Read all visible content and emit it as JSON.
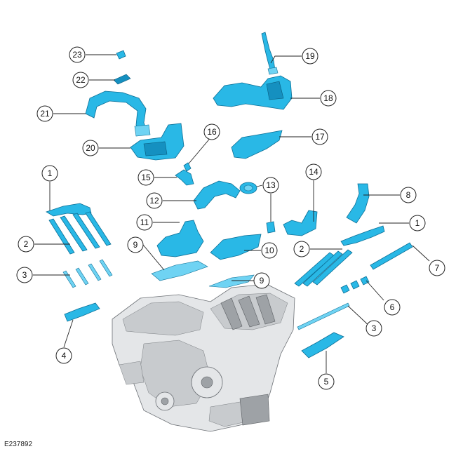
{
  "figure": {
    "id": "E237892",
    "colors": {
      "part": "#29b8e6",
      "engine": "#e4e6e8",
      "outline": "#222222"
    }
  },
  "callouts": [
    {
      "label": "23"
    },
    {
      "label": "22"
    },
    {
      "label": "21"
    },
    {
      "label": "20"
    },
    {
      "label": "19"
    },
    {
      "label": "18"
    },
    {
      "label": "17"
    },
    {
      "label": "16"
    },
    {
      "label": "15"
    },
    {
      "label": "14"
    },
    {
      "label": "13"
    },
    {
      "label": "12"
    },
    {
      "label": "11"
    },
    {
      "label": "10"
    },
    {
      "label": "9"
    },
    {
      "label": "9"
    },
    {
      "label": "8"
    },
    {
      "label": "1"
    },
    {
      "label": "1"
    },
    {
      "label": "2"
    },
    {
      "label": "2"
    },
    {
      "label": "3"
    },
    {
      "label": "3"
    },
    {
      "label": "4"
    },
    {
      "label": "5"
    },
    {
      "label": "6"
    },
    {
      "label": "7"
    }
  ]
}
